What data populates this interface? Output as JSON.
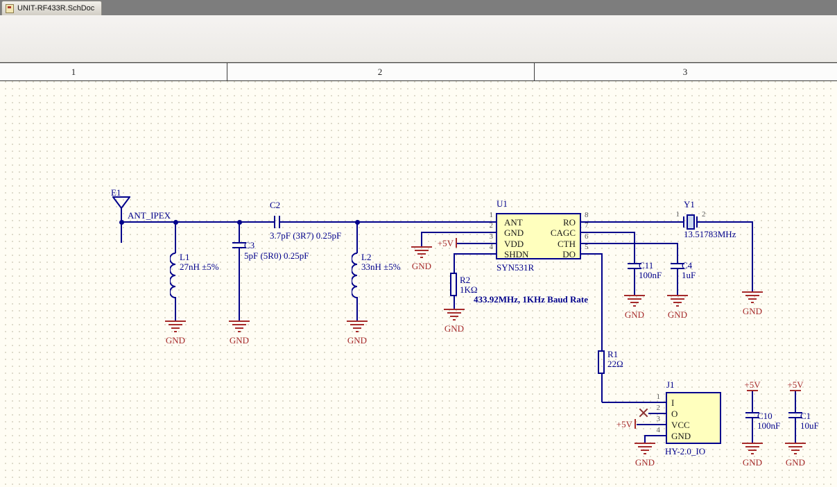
{
  "window": {
    "tab_title": "UNIT-RF433R.SchDoc"
  },
  "ruler": {
    "zones": [
      "1",
      "2",
      "3"
    ]
  },
  "power": {
    "vcc": "+5V",
    "gnd": "GND"
  },
  "note": "433.92MHz, 1KHz Baud Rate",
  "components": {
    "e1": {
      "ref": "E1",
      "net": "ANT_IPEX"
    },
    "l1": {
      "ref": "L1",
      "value": "27nH ±5%"
    },
    "c3": {
      "ref": "C3",
      "value": "5pF (5R0) 0.25pF"
    },
    "c2": {
      "ref": "C2",
      "value": "3.7pF (3R7) 0.25pF"
    },
    "l2": {
      "ref": "L2",
      "value": "33nH ±5%"
    },
    "u1": {
      "ref": "U1",
      "part": "SYN531R",
      "left_pins": [
        {
          "num": "1",
          "name": "ANT"
        },
        {
          "num": "2",
          "name": "GND"
        },
        {
          "num": "3",
          "name": "VDD"
        },
        {
          "num": "4",
          "name": "SHDN"
        }
      ],
      "right_pins": [
        {
          "num": "8",
          "name": "RO"
        },
        {
          "num": "7",
          "name": "CAGC"
        },
        {
          "num": "6",
          "name": "CTH"
        },
        {
          "num": "5",
          "name": "DO"
        }
      ]
    },
    "r2": {
      "ref": "R2",
      "value": "1KΩ"
    },
    "r1": {
      "ref": "R1",
      "value": "22Ω"
    },
    "y1": {
      "ref": "Y1",
      "value": "13.51783MHz",
      "pin1": "1",
      "pin2": "2"
    },
    "c11": {
      "ref": "C11",
      "value": "100nF"
    },
    "c4": {
      "ref": "C4",
      "value": "1uF"
    },
    "j1": {
      "ref": "J1",
      "part": "HY-2.0_IO",
      "pins": [
        {
          "num": "1",
          "name": "I"
        },
        {
          "num": "2",
          "name": "O"
        },
        {
          "num": "3",
          "name": "VCC"
        },
        {
          "num": "4",
          "name": "GND"
        }
      ]
    },
    "c10": {
      "ref": "C10",
      "value": "100nF"
    },
    "c1": {
      "ref": "C1",
      "value": "10uF"
    }
  },
  "colors": {
    "wire": "#00008B",
    "power": "#A52A2A",
    "part_fill": "#FFFFBE",
    "canvas": "#FFFDF4"
  }
}
